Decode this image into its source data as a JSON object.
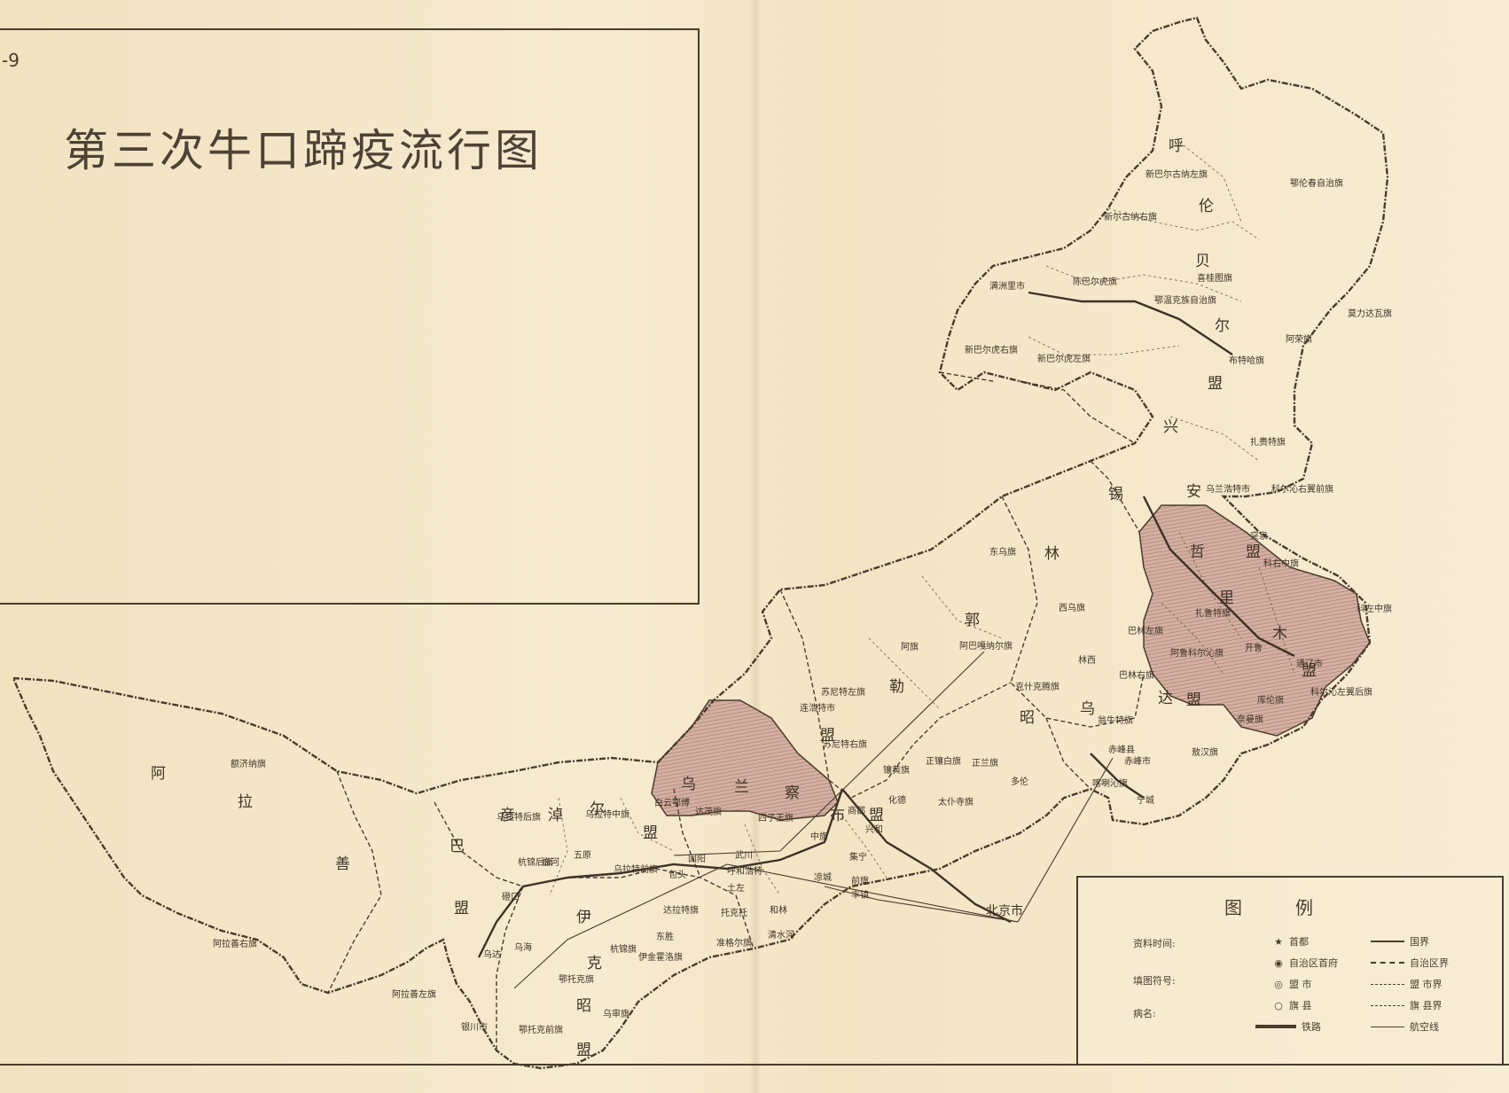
{
  "page_number": "-9",
  "title": "第三次牛口蹄疫流行图",
  "leagues": [
    {
      "name": "阿拉善盟",
      "chars": [
        "阿",
        "拉",
        "善"
      ]
    },
    {
      "name": "巴彦淖尔盟",
      "chars": [
        "巴",
        "彦",
        "淖",
        "尔",
        "盟",
        "盟"
      ]
    },
    {
      "name": "伊克昭盟",
      "chars": [
        "伊",
        "克",
        "昭",
        "盟"
      ]
    },
    {
      "name": "乌兰察布盟",
      "chars": [
        "乌",
        "兰",
        "察",
        "布",
        "盟"
      ]
    },
    {
      "name": "锡林郭勒盟",
      "chars": [
        "锡",
        "林",
        "郭",
        "勒",
        "盟"
      ]
    },
    {
      "name": "昭乌达盟",
      "chars": [
        "昭",
        "乌",
        "达",
        "盟"
      ]
    },
    {
      "name": "哲里木盟",
      "chars": [
        "哲",
        "盟",
        "里",
        "木",
        "盟"
      ]
    },
    {
      "name": "兴安盟",
      "chars": [
        "兴",
        "安"
      ]
    },
    {
      "name": "呼伦贝尔盟",
      "chars": [
        "呼",
        "伦",
        "贝",
        "尔",
        "盟"
      ]
    }
  ],
  "places": [
    "新巴尔古纳左旗",
    "鄂伦春自治旗",
    "新尔古纳右旗",
    "满洲里市",
    "陈巴尔虎旗",
    "喜桂图旗",
    "鄂温克族自治旗",
    "莫力达瓦旗",
    "新巴尔虎右旗",
    "新巴尔虎左旗",
    "布特哈旗",
    "阿荣旗",
    "扎赉特旗",
    "乌兰浩特市",
    "科尔沁右翼前旗",
    "东乌旗",
    "突泉",
    "科右中旗",
    "扎鲁特旗",
    "西乌旗",
    "科左中旗",
    "巴林左旗",
    "开鲁",
    "阿旗",
    "阿巴嘎纳尔旗",
    "阿鲁科尔沁旗",
    "通辽市",
    "林西",
    "巴林右旗",
    "库伦旗",
    "科尔沁左翼后旗",
    "苏尼特左旗",
    "克什克腾旗",
    "翁牛特旗",
    "奈曼旗",
    "连浩特市",
    "苏尼特右旗",
    "赤峰县",
    "正镶白旗",
    "正兰旗",
    "赤峰市",
    "敖汉旗",
    "镶黄旗",
    "多伦",
    "喀喇沁旗",
    "宁城",
    "太仆寺旗",
    "额济纳旗",
    "化德",
    "白云鄂博",
    "达茂旗",
    "商都",
    "四子王旗",
    "乌拉特后旗",
    "乌拉特中旗",
    "兴和",
    "中旗",
    "杭锦后旗",
    "五原",
    "武川",
    "集宁",
    "临河",
    "乌拉特前旗",
    "固阳",
    "包头",
    "呼和浩特",
    "凉城",
    "前旗",
    "磴口",
    "土左",
    "托克托",
    "和林",
    "丰镇",
    "达拉特旗",
    "阿拉善右旗",
    "东胜",
    "准格尔旗",
    "清水河",
    "乌达",
    "杭锦旗",
    "伊金霍洛旗",
    "乌海",
    "鄂托克旗",
    "阿拉善左旗",
    "乌审旗",
    "鄂托克前旗",
    "银川市",
    "北京市"
  ],
  "legend": {
    "title": "图例",
    "fields": [
      "资料时间:",
      "填图符号:",
      "病名:"
    ],
    "items": [
      {
        "symbol": "★",
        "label": "首都"
      },
      {
        "symbol": "◉",
        "label": "自治区首府"
      },
      {
        "symbol": "◎",
        "label": "盟 市"
      },
      {
        "symbol": "○",
        "label": "旗 县"
      },
      {
        "symbol": "line-rail",
        "label": "铁路"
      },
      {
        "symbol": "line-border",
        "label": "国界"
      },
      {
        "symbol": "line-region",
        "label": "自治区界"
      },
      {
        "symbol": "line-league",
        "label": "盟 市界"
      },
      {
        "symbol": "line-county",
        "label": "旗 县界"
      },
      {
        "symbol": "line-air",
        "label": "航空线"
      }
    ]
  },
  "colors": {
    "paper": "#f4e7c9",
    "ink": "#4a3c2c",
    "outbreak_fill": "#c9a294"
  }
}
